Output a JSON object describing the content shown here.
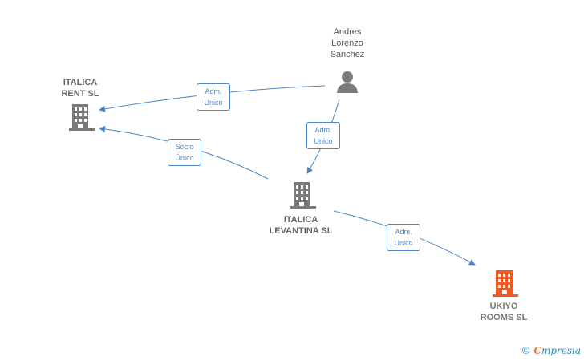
{
  "nodes": {
    "andres": {
      "label": "Andres\nLorenzo\nSanchez",
      "icon": "person-icon"
    },
    "italica_rent": {
      "label": "ITALICA\nRENT  SL",
      "icon": "building-icon"
    },
    "italica_levantina": {
      "label": "ITALICA\nLEVANTINA SL",
      "icon": "building-icon"
    },
    "ukiyo": {
      "label": "UKIYO\nROOMS  SL",
      "icon": "building-icon",
      "highlight": true
    }
  },
  "edges": {
    "andres_to_rent": "Adm.\nUnico",
    "andres_to_levantina": "Adm.\nUnico",
    "levantina_to_rent": "Socio\nÚnico",
    "levantina_to_ukiyo": "Adm.\nUnico"
  },
  "colors": {
    "edge": "#4a86c8",
    "building": "#7a7a7a",
    "highlight": "#f05a23",
    "person": "#7a7a7a"
  },
  "footer": {
    "copyright_symbol": "©",
    "brand_first": "C",
    "brand_rest": "mpresia"
  }
}
